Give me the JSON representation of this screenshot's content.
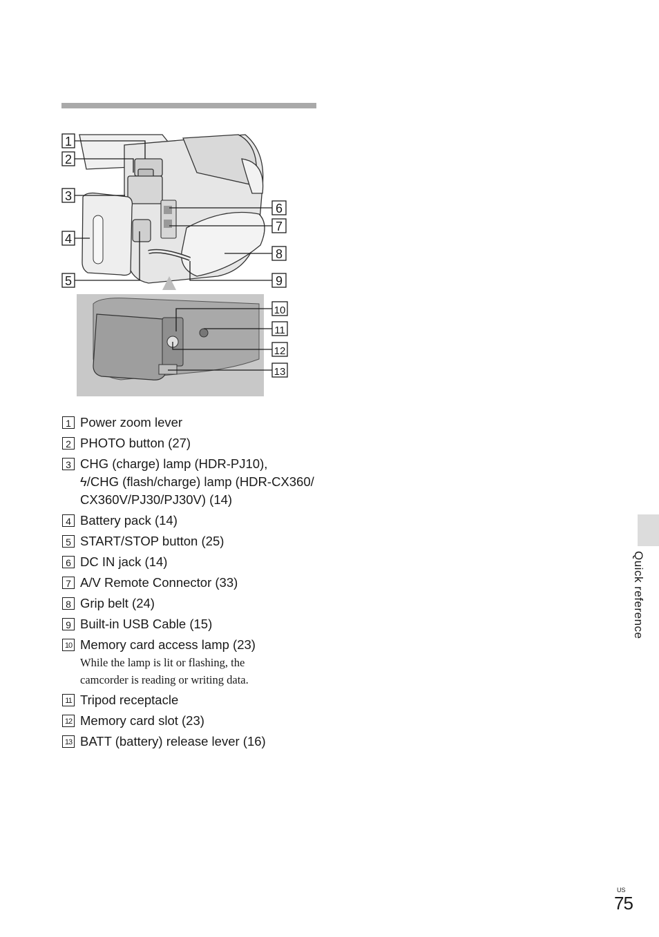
{
  "callouts": [
    "1",
    "2",
    "3",
    "4",
    "5",
    "6",
    "7",
    "8",
    "9",
    "10",
    "11",
    "12",
    "13"
  ],
  "legend": [
    {
      "num": "1",
      "text": "Power zoom lever"
    },
    {
      "num": "2",
      "text": "PHOTO button (27)"
    },
    {
      "num": "3",
      "lines": [
        "CHG (charge) lamp (HDR-PJ10),",
        "ϟ/CHG (flash/charge) lamp (HDR-CX360/",
        "CX360V/PJ30/PJ30V) (14)"
      ]
    },
    {
      "num": "4",
      "text": "Battery pack (14)"
    },
    {
      "num": "5",
      "text": "START/STOP button (25)"
    },
    {
      "num": "6",
      "text": "DC IN jack (14)"
    },
    {
      "num": "7",
      "text": "A/V Remote Connector (33)"
    },
    {
      "num": "8",
      "text": "Grip belt (24)"
    },
    {
      "num": "9",
      "text": "Built-in USB Cable (15)"
    },
    {
      "num": "10",
      "text": "Memory card access lamp (23)",
      "note": [
        "While the lamp is lit or flashing, the",
        "camcorder is reading or writing data."
      ]
    },
    {
      "num": "11",
      "text": "Tripod receptacle"
    },
    {
      "num": "12",
      "text": "Memory card slot (23)"
    },
    {
      "num": "13",
      "text": "BATT (battery) release lever (16)"
    }
  ],
  "side_tab": {
    "label": "Quick reference"
  },
  "page": {
    "region": "US",
    "number": "75"
  }
}
